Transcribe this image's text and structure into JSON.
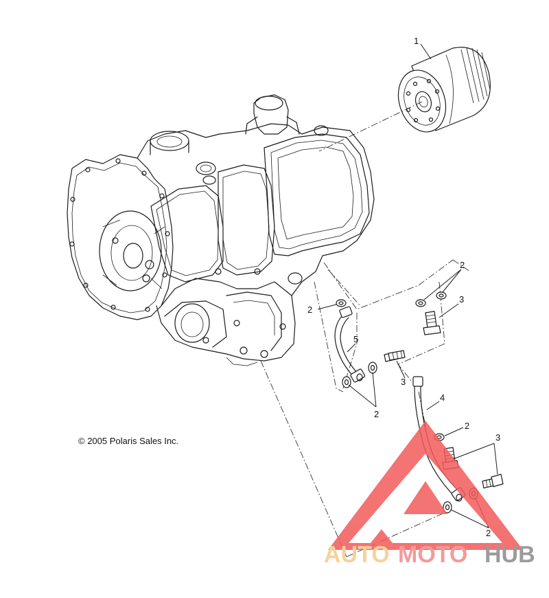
{
  "copyright": "© 2005 Polaris Sales Inc.",
  "callouts": {
    "c1": "1",
    "c2a": "2",
    "c2b": "2",
    "c2c": "2",
    "c2d": "2",
    "c2e": "2",
    "c3a": "3",
    "c3b": "3",
    "c3c": "3",
    "c4": "4",
    "c5": "5"
  },
  "watermark": {
    "part1": "AUTO",
    "part2": "MOTO",
    "part3": "HUB",
    "color_auto": "#f7c98a",
    "color_moto": "#f08a8a",
    "color_hub": "#8a8a8a",
    "triangle_color": "#f25a5a"
  }
}
